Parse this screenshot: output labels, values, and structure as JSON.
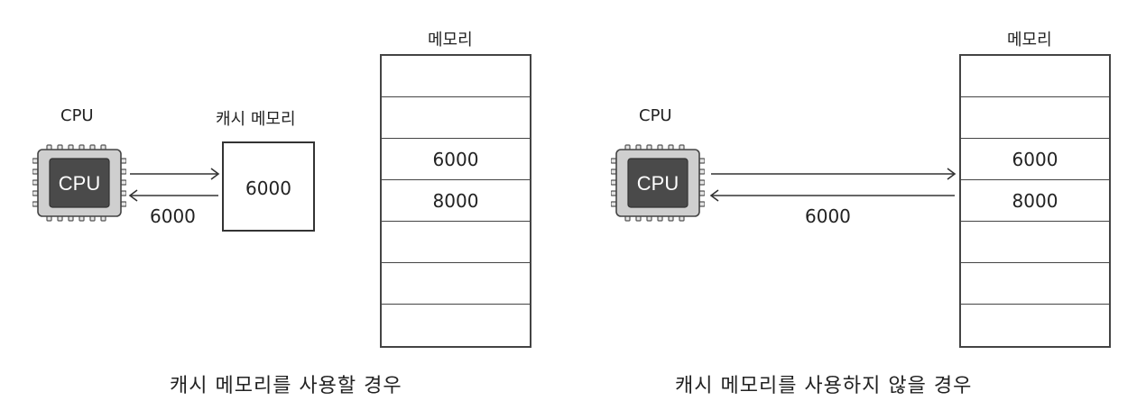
{
  "left": {
    "cpu_label": "CPU",
    "chip_label": "CPU",
    "cache_label": "캐시 메모리",
    "cache_value": "6000",
    "arrow_value": "6000",
    "memory_label": "메모리",
    "memory_cells": [
      "",
      "",
      "6000",
      "8000",
      "",
      "",
      ""
    ],
    "caption": "캐시 메모리를 사용할 경우"
  },
  "right": {
    "cpu_label": "CPU",
    "chip_label": "CPU",
    "arrow_value": "6000",
    "memory_label": "메모리",
    "memory_cells": [
      "",
      "",
      "6000",
      "8000",
      "",
      "",
      ""
    ],
    "caption": "캐시 메모리를 사용하지 않을 경우"
  }
}
